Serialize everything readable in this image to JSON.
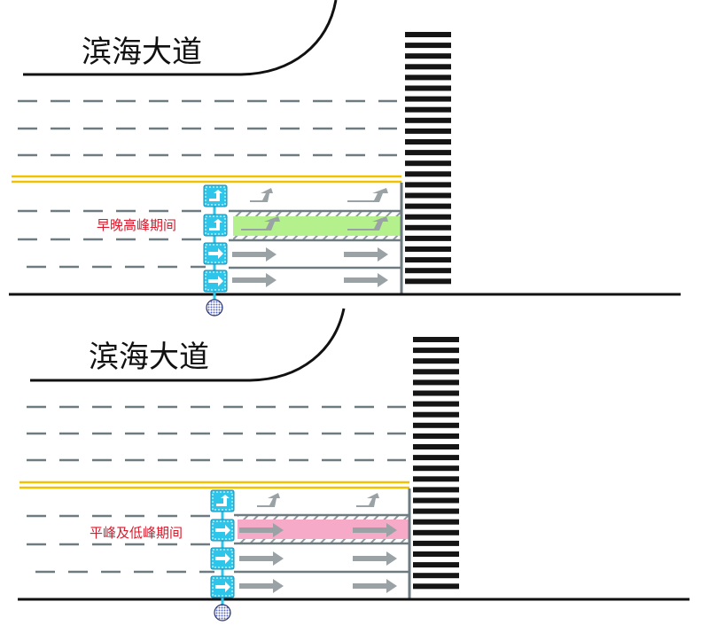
{
  "panels": [
    {
      "road_name": "滨海大道",
      "period_label": "早晚高峰期间",
      "variable_lane_color": "#b4f08c",
      "variable_lane_arrow": "left-turn"
    },
    {
      "road_name": "滨海大道",
      "period_label": "平峰及低峰期间",
      "variable_lane_color": "#f7aac8",
      "variable_lane_arrow": "straight"
    }
  ],
  "colors": {
    "road_edge": "#111111",
    "lane_dash": "#6e7b80",
    "center_line": "#f2c200",
    "crosswalk": "#151515",
    "sign_blue": "#2ec5ea",
    "sign_post_dot": "#5b6cbf",
    "arrow_gray": "#9aa2a6"
  },
  "icons": {
    "lane_sign": "lane-direction-sign-icon",
    "left_turn": "left-turn-arrow-icon",
    "straight": "straight-arrow-icon",
    "signal_post": "signal-post-icon"
  }
}
